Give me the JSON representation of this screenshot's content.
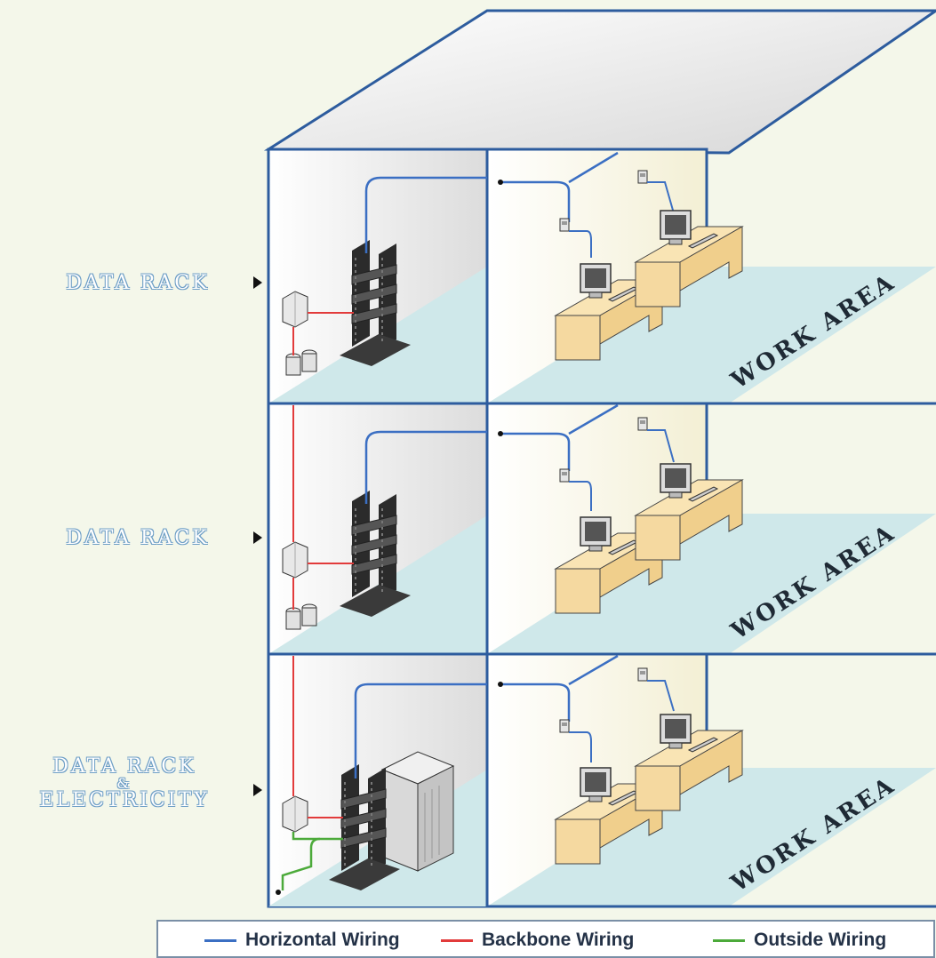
{
  "floors": [
    {
      "label_lines": [
        "DATA RACK"
      ],
      "work_area": "WORK AREA"
    },
    {
      "label_lines": [
        "DATA RACK"
      ],
      "work_area": "WORK AREA"
    },
    {
      "label_lines": [
        "DATA RACK",
        "&",
        "ELECTRICITY"
      ],
      "work_area": "WORK AREA"
    }
  ],
  "legend": [
    {
      "label": "Horizontal Wiring",
      "color": "#3b6fc3"
    },
    {
      "label": "Backbone Wiring",
      "color": "#e23b3b"
    },
    {
      "label": "Outside Wiring",
      "color": "#4caa3a"
    }
  ],
  "colors": {
    "building_outline": "#2d5c9e",
    "floor_tint": "#cfe8ea",
    "desk": "#f7dca0",
    "rack": "#2b2b2b"
  }
}
